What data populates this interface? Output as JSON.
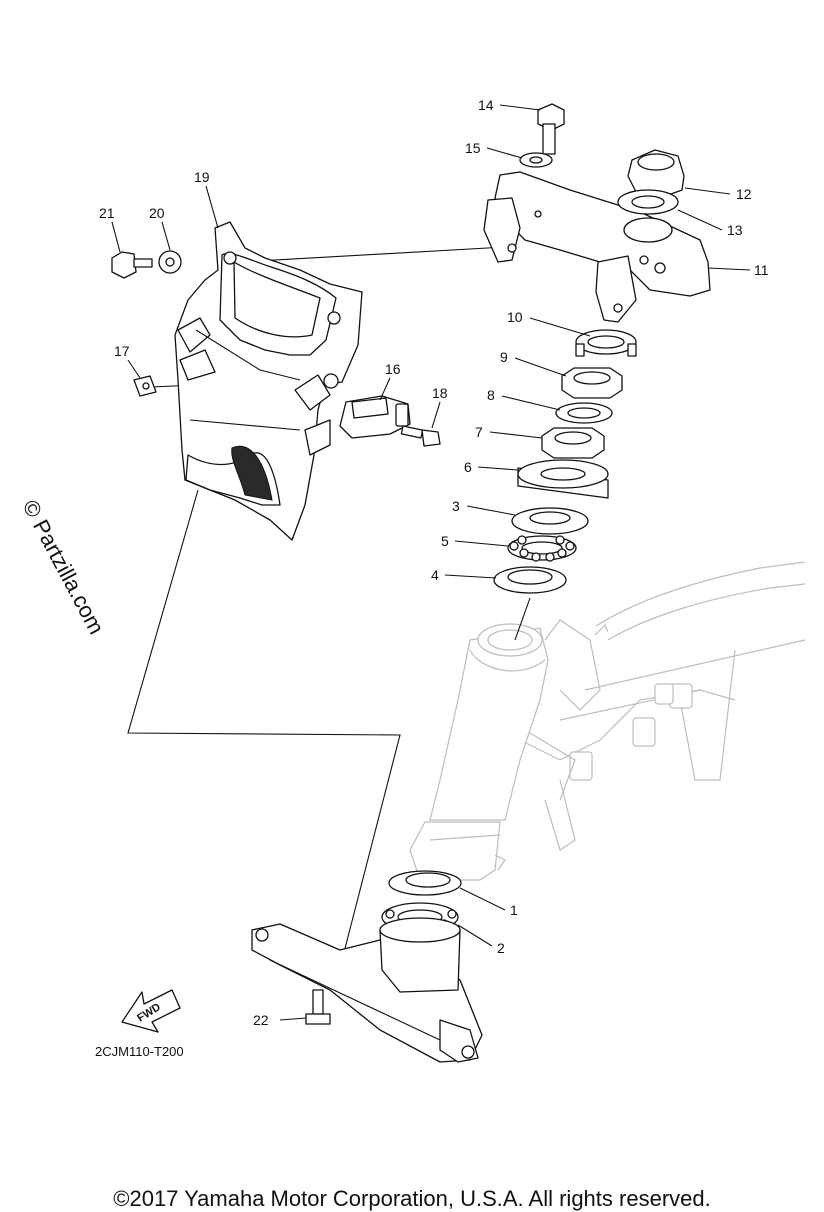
{
  "callouts": {
    "c1": "1",
    "c2": "2",
    "c3": "3",
    "c4": "4",
    "c5": "5",
    "c6": "6",
    "c7": "7",
    "c8": "8",
    "c9": "9",
    "c10": "10",
    "c11": "11",
    "c12": "12",
    "c13": "13",
    "c14": "14",
    "c15": "15",
    "c16": "16",
    "c17": "17",
    "c18": "18",
    "c19": "19",
    "c20": "20",
    "c21": "21",
    "c22": "22"
  },
  "diagram_ref": "2CJM110-T200",
  "fwd_label": "FWD",
  "watermark": "© Partzilla.com",
  "copyright": "©2017 Yamaha Motor Corporation, U.S.A. All rights reserved."
}
